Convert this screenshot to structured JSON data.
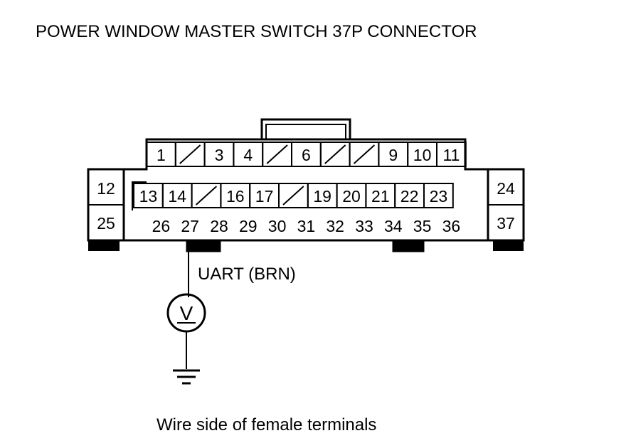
{
  "title": "POWER WINDOW MASTER SWITCH 37P CONNECTOR",
  "connector": {
    "row1": [
      "1",
      "",
      "3",
      "4",
      "",
      "6",
      "",
      "",
      "9",
      "10",
      "11"
    ],
    "row2": [
      "13",
      "14",
      "",
      "16",
      "17",
      "",
      "19",
      "20",
      "21",
      "22",
      "23"
    ],
    "row3": [
      "26",
      "27",
      "28",
      "29",
      "30",
      "31",
      "32",
      "33",
      "34",
      "35",
      "36"
    ],
    "left_terminals": [
      "12",
      "25"
    ],
    "right_terminals": [
      "24",
      "37"
    ]
  },
  "wire_label": "UART (BRN)",
  "meter_symbol": "V",
  "caption": "Wire side of female terminals"
}
